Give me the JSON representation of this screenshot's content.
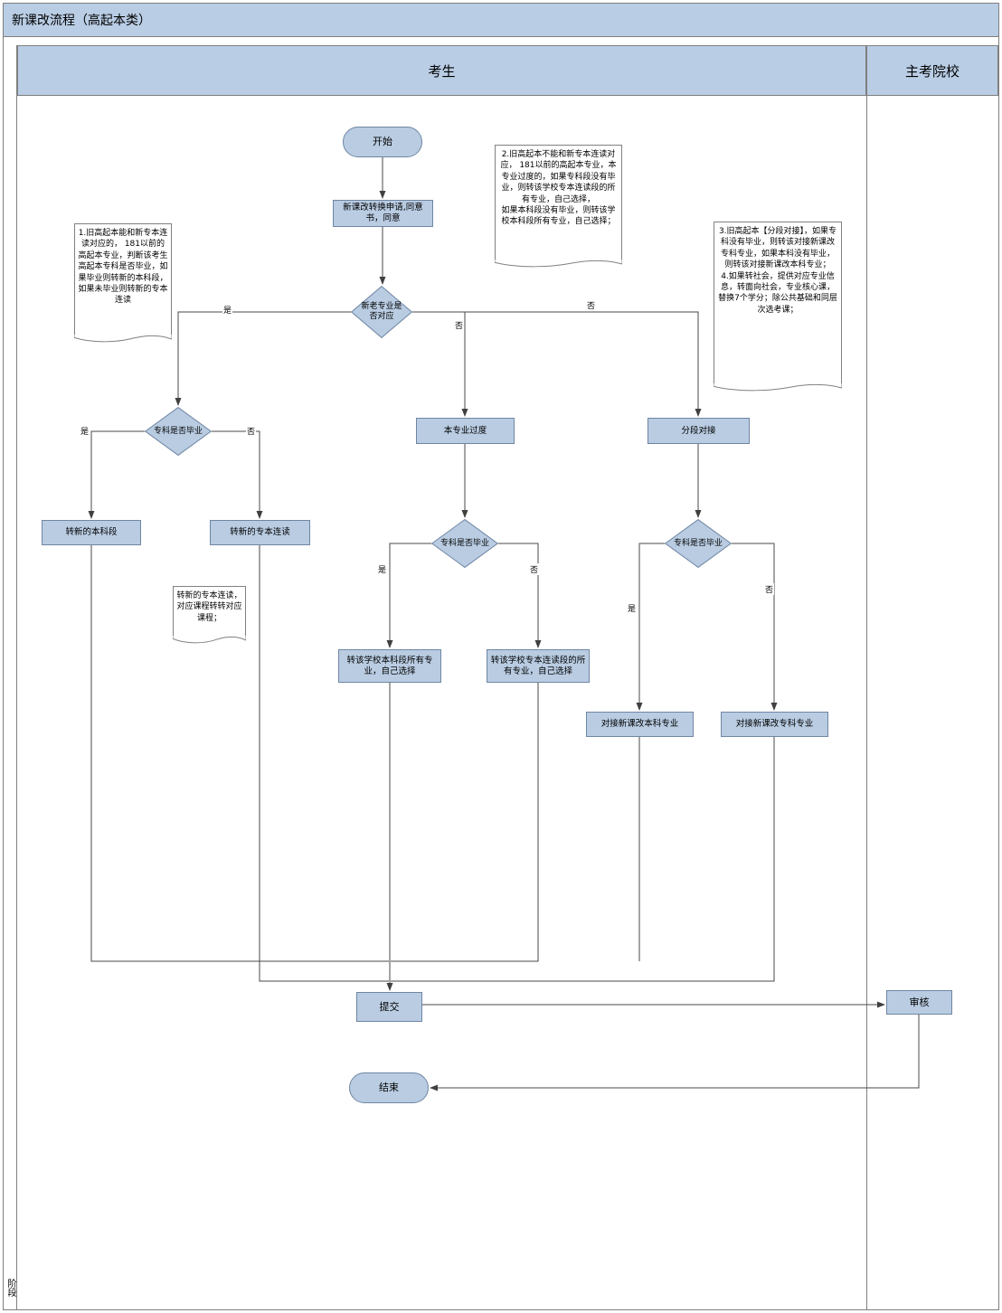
{
  "title": "新课改流程（高起本类）",
  "lanes": {
    "candidate": "考生",
    "institution": "主考院校",
    "phase": "阶段"
  },
  "nodes": {
    "start": "开始",
    "apply": "新课改转换申请,同意书，同意",
    "decision_match": "新老专业是否对应",
    "decision_grad_left": "专科是否毕业",
    "decision_grad_mid": "专科是否毕业",
    "decision_grad_right": "专科是否毕业",
    "new_undergrad": "转新的本科段",
    "new_linked": "转新的专本连读",
    "major_transition": "本专业过度",
    "segment_connect": "分段对接",
    "school_undergrad": "转该学校本科段所有专业，自己选择",
    "school_linked": "转该学校专本连读段的所有专业，自己选择",
    "connect_undergrad": "对接新课改本科专业",
    "connect_college": "对接新课改专科专业",
    "submit": "提交",
    "review": "审核",
    "end": "结束"
  },
  "edge_labels": {
    "yes": "是",
    "no": "否"
  },
  "notes": {
    "n1": "1.旧高起本能和新专本连读对应的， 181以前的高起本专业，判断该考生高起本专科是否毕业，如果毕业则转新的本科段，如果未毕业则转新的专本连读",
    "n2": "2.旧高起本不能和新专本连读对应， 181以前的高起本专业，本专业过度的，如果专科段没有毕业，则转该学校专本连读段的所有专业，自己选择，\n如果本科段没有毕业，则转该学校本科段所有专业，自己选择；",
    "n3": "3.旧高起本【分段对接】，如果专科没有毕业，则转该对接新课改专科专业，如果本科没有毕业，则转该对接新课改本科专业；\n4.如果转社会，提供对应专业信息，转面向社会，专业核心课，替换7个学分；除公共基础和同层次选考课；",
    "n4": "转新的专本连读，对应课程转转对应课程；"
  },
  "colors": {
    "shape_fill": "#B9CCE2",
    "shape_border": "#6F86A3",
    "lane_fill": "#B9CDE5",
    "frame_border": "#7F7F7F",
    "connector": "#4A4A4A",
    "note_fill": "#FFFFFF"
  }
}
